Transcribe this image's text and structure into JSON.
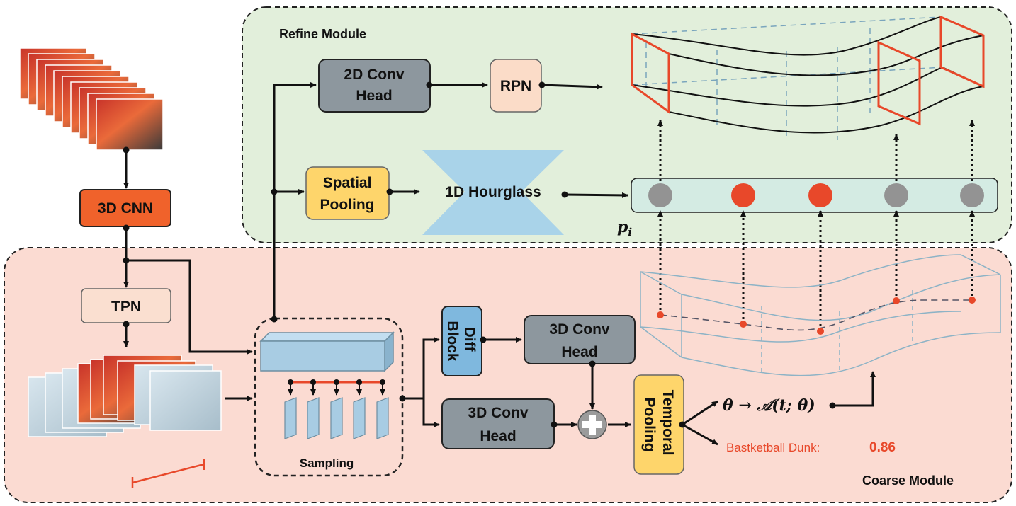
{
  "modules": {
    "refine": "Refine Module",
    "coarse": "Coarse Module"
  },
  "blocks": {
    "cnn3d": "3D CNN",
    "tpn": "TPN",
    "conv2d_line1": "2D Conv",
    "conv2d_line2": "Head",
    "rpn": "RPN",
    "spatial_line1": "Spatial",
    "spatial_line2": "Pooling",
    "hourglass": "1D Hourglass",
    "sampling": "Sampling",
    "diff_line1": "Diff",
    "diff_line2": "Block",
    "conv3d_top_line1": "3D Conv",
    "conv3d_top_line2": "Head",
    "conv3d_bot_line1": "3D Conv",
    "conv3d_bot_line2": "Head",
    "temporal_line1": "Temporal",
    "temporal_line2": "Pooling"
  },
  "math": {
    "p_i": "p",
    "p_i_sub": "i",
    "theta_map": "θ → 𝒜(t; θ)"
  },
  "result": {
    "label": "Bastketball Dunk:",
    "score": "0.86"
  },
  "colors": {
    "refine_bg": "#e2efdb",
    "coarse_bg": "#fbdbd2",
    "cnn_fill": "#f0622b",
    "tpn_fill": "#fadfd0",
    "gray_block": "#8d979e",
    "rpn_fill": "#fbdcc8",
    "yellow_block": "#fed56b",
    "hourglass": "#a9d3e9",
    "diff_block": "#7fb8de",
    "accent_red": "#e8482a",
    "node_gray": "#939393"
  }
}
